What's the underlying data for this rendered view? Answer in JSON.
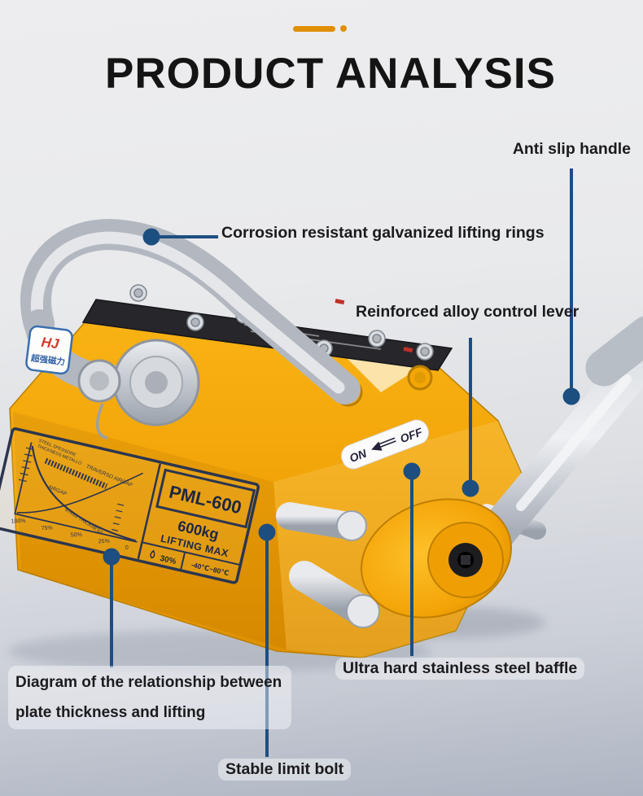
{
  "page": {
    "title": "PRODUCT ANALYSIS",
    "accent_color": "#e18f06",
    "connector_color": "#1d4e80"
  },
  "annotations": {
    "anti_slip_handle": "Anti slip handle",
    "lifting_rings": "Corrosion resistant galvanized lifting rings",
    "control_lever": "Reinforced alloy control lever",
    "thickness_diagram": "Diagram of the relationship between plate thickness and lifting",
    "steel_baffle": "Ultra hard stainless steel baffle",
    "limit_bolt": "Stable limit bolt"
  },
  "product": {
    "brand_sticker": {
      "text": "HJ",
      "subtext": "超强磁力"
    },
    "switch_label": {
      "on": "ON",
      "off": "OFF"
    },
    "name_plate": {
      "model": "PML-600",
      "capacity": "600kg",
      "capacity_note": "LIFTING MAX",
      "airgap_rating": "30%",
      "temperature_range": "-40℃~80℃",
      "chart_title": "TRAVERSO AIRGAP",
      "chart_corner_line1": "STEEL  SPESSORE",
      "chart_corner_line2": "THICKNESS METALLO",
      "curve_label_airgap": "AIRGAP",
      "curve_label_thickness": "STEEL THICKNESS",
      "x_ticks": [
        "100%",
        "75%",
        "50%",
        "25%",
        "0"
      ]
    }
  }
}
